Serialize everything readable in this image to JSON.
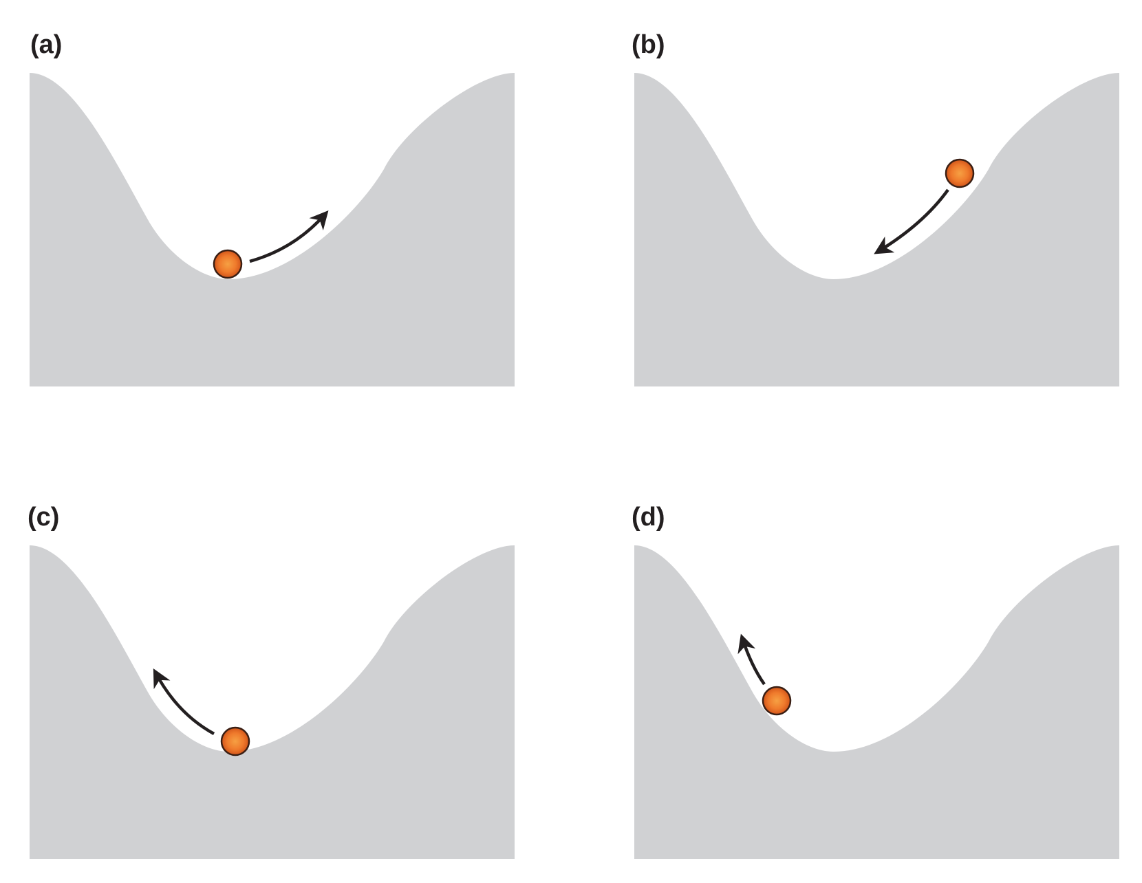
{
  "colors": {
    "landscape": "#d0d1d3",
    "arrow": "#231f20",
    "ball_outline": "#3a1f14",
    "ball_core": "#f07c2e",
    "ball_edge": "#cf4f16"
  },
  "panels": [
    {
      "id": "a",
      "label": "(a)",
      "ball_state": "at-bottom",
      "arrow_direction": "up-right-slope"
    },
    {
      "id": "b",
      "label": "(b)",
      "ball_state": "on-right-slope",
      "arrow_direction": "down-to-bottom"
    },
    {
      "id": "c",
      "label": "(c)",
      "ball_state": "at-bottom",
      "arrow_direction": "up-left-slope"
    },
    {
      "id": "d",
      "label": "(d)",
      "ball_state": "on-left-slope",
      "arrow_direction": "up-left-slope"
    }
  ]
}
